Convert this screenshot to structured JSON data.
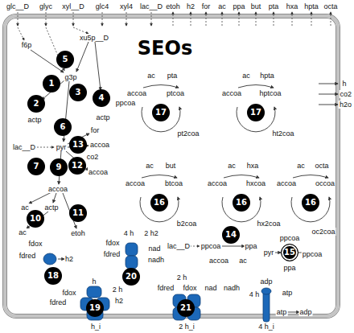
{
  "diagram": {
    "nodes": [
      {
        "text": [
          "SEOs"
        ]
      },
      {
        "text": [
          "5"
        ],
        "in": 0
      },
      {
        "text": [
          "1"
        ],
        "in": 0
      },
      {
        "text": [
          "3"
        ],
        "in": 0
      },
      {
        "text": [
          "4"
        ],
        "in": 0
      },
      {
        "text": [
          "2"
        ],
        "in": 0
      },
      {
        "text": [
          "17"
        ],
        "in": 0
      },
      {
        "text": [
          "17"
        ],
        "in": 0
      },
      {
        "text": [
          "6"
        ],
        "in": 0
      },
      {
        "text": [
          "13"
        ],
        "in": 0
      },
      {
        "text": [
          "7"
        ],
        "in": 0
      },
      {
        "text": [
          "9"
        ],
        "in": 0
      },
      {
        "text": [
          "12"
        ],
        "in": 0
      },
      {
        "text": [
          "16"
        ],
        "in": 0
      },
      {
        "text": [
          "16"
        ],
        "in": 0
      },
      {
        "text": [
          "16"
        ],
        "in": 0
      },
      {
        "text": [
          "11"
        ],
        "in": 0
      },
      {
        "text": [
          "10"
        ],
        "in": 0
      },
      {
        "text": [
          "14"
        ],
        "in": 0
      },
      {
        "text": [
          "15"
        ],
        "in": 0
      },
      {
        "text": [
          "18"
        ],
        "in": 0
      },
      {
        "text": [
          "20"
        ],
        "in": 0
      },
      {
        "text": [
          "19"
        ],
        "in": 0
      },
      {
        "text": [
          "21"
        ],
        "in": 0
      }
    ],
    "labels": [
      "glc__D",
      "glyc",
      "xyl__D",
      "glc4",
      "xyl4",
      "lac__D",
      "etoh",
      "h2",
      "for",
      "ac",
      "ppa",
      "but",
      "pta",
      "hxa",
      "hpta",
      "octa",
      "h",
      "co2",
      "h2o",
      "f6p",
      "xu5p__D",
      "g3p",
      "actp",
      "actp",
      "ppcoa",
      "lac__D",
      "pyr",
      "for",
      "accoa",
      "co2",
      "accoa",
      "accoa",
      "ac",
      "actp",
      "ac",
      "etoh",
      "fdox",
      "fdred",
      "h2",
      "4 h",
      "2 h2",
      "fdox",
      "nad",
      "fdred",
      "nadh",
      "h",
      "fdox",
      "2 h",
      "fdred",
      "h2",
      "h_i",
      "2 h",
      "fdred",
      "fdox",
      "nad",
      "nadh",
      "2 h_i",
      "adp",
      "4 h",
      "atp",
      "atp",
      "adp",
      "4 h_i",
      "ac",
      "pta",
      "accoa",
      "ptcoa",
      "pt2coa",
      "ac",
      "hpta",
      "accoa",
      "hptcoa",
      "ht2coa",
      "ac",
      "but",
      "accoa",
      "btcoa",
      "b2coa",
      "ac",
      "hxa",
      "accoa",
      "hxcoa",
      "hx2coa",
      "ac",
      "octa",
      "accoa",
      "occoa",
      "oc2coa",
      "lac__D",
      "ppcoa",
      "ppa",
      "accoa",
      "ac",
      "ppcoa",
      "pyr",
      "ppcoa",
      "ppa"
    ]
  }
}
